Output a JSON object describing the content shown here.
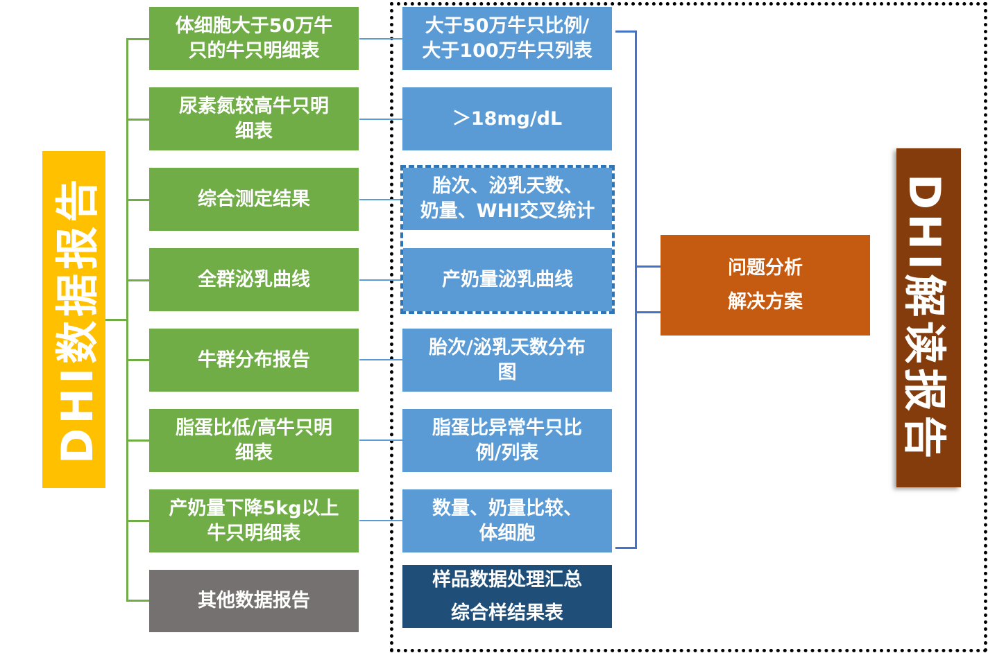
{
  "left_title": "DHI数据报告",
  "right_title": "DHI解读报告",
  "data_reports": [
    {
      "label": "体细胞大于50万牛\n只的牛只明细表"
    },
    {
      "label": "尿素氮较高牛只明\n细表"
    },
    {
      "label": "综合测定结果"
    },
    {
      "label": "全群泌乳曲线"
    },
    {
      "label": "牛群分布报告"
    },
    {
      "label": "脂蛋比低/高牛只明\n细表"
    },
    {
      "label": "产奶量下降5kg以上\n牛只明细表"
    },
    {
      "label": "其他数据报告"
    }
  ],
  "interpretation_items": [
    {
      "label": "大于50万牛只比例/\n大于100万牛只列表"
    },
    {
      "label": "＞18mg/dL"
    },
    {
      "label": "胎次、泌乳天数、\n奶量、WHI交叉统计"
    },
    {
      "label": "产奶量泌乳曲线"
    },
    {
      "label": "胎次/泌乳天数分布\n图"
    },
    {
      "label": "脂蛋比异常牛只比\n例/列表"
    },
    {
      "label": "数量、奶量比较、\n体细胞"
    },
    {
      "label": "样品数据处理汇总\n综合样结果表"
    }
  ],
  "analysis_box": {
    "label": "问题分析\n解决方案"
  },
  "colors": {
    "left_title_bg": "#ffc000",
    "right_title_bg": "#843c0c",
    "data_report_bg": "#70ad47",
    "other_report_bg": "#767171",
    "interpretation_bg": "#5b9bd5",
    "summary_bg": "#1f4e79",
    "analysis_bg": "#c55a11",
    "connector_green": "#70ad47",
    "connector_blue": "#5b9bd5",
    "connector_dark_blue": "#4472c4",
    "group_dashed_border": "#2e75b6",
    "frame_dotted_border": "#000000"
  }
}
